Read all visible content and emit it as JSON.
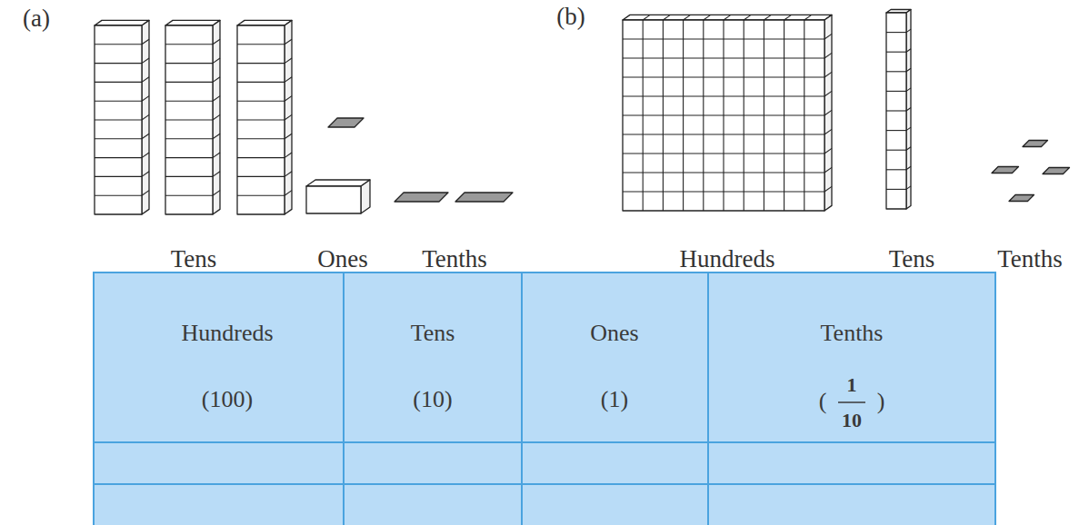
{
  "diagram": {
    "labels": [
      "(a)",
      "Tens",
      "Ones",
      "Tenths",
      "(b)",
      "Hundreds",
      "Tens",
      "Tenths",
      "Hundreds",
      "(100)",
      "Tens",
      "(10)",
      "Ones",
      "(1)",
      "Tenths",
      "(",
      "1",
      "10",
      ")"
    ]
  }
}
